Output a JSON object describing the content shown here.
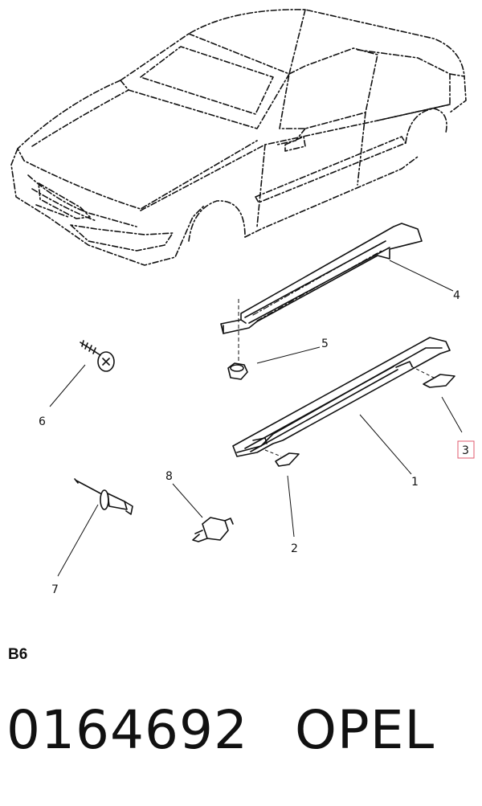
{
  "callouts": {
    "c1": "1",
    "c2": "2",
    "c3": "3",
    "c4": "4",
    "c5": "5",
    "c6": "6",
    "c7": "7",
    "c8": "8"
  },
  "highlight_color": "#e05a6e",
  "section_code": "B6",
  "part_number": "0164692",
  "brand": "OPEL"
}
